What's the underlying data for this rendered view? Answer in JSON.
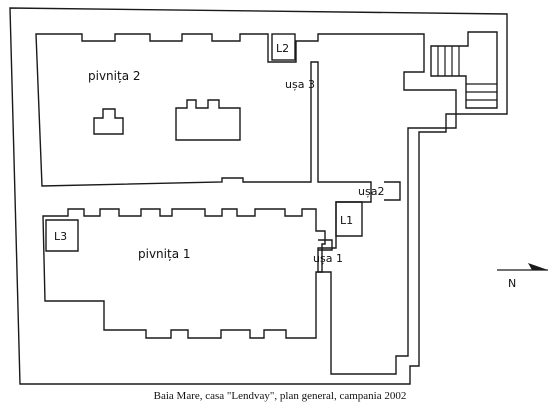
{
  "labels": {
    "room_2": "pivnița 2",
    "room_1": "pivnița 1",
    "door_3": "ușa 3",
    "door_2": "ușa2",
    "door_1": "ușa 1",
    "l1": "L1",
    "l2": "L2",
    "l3": "L3",
    "north": "N"
  },
  "caption": "Baia Mare, casa \"Lendvay\", plan general, campania 2002"
}
